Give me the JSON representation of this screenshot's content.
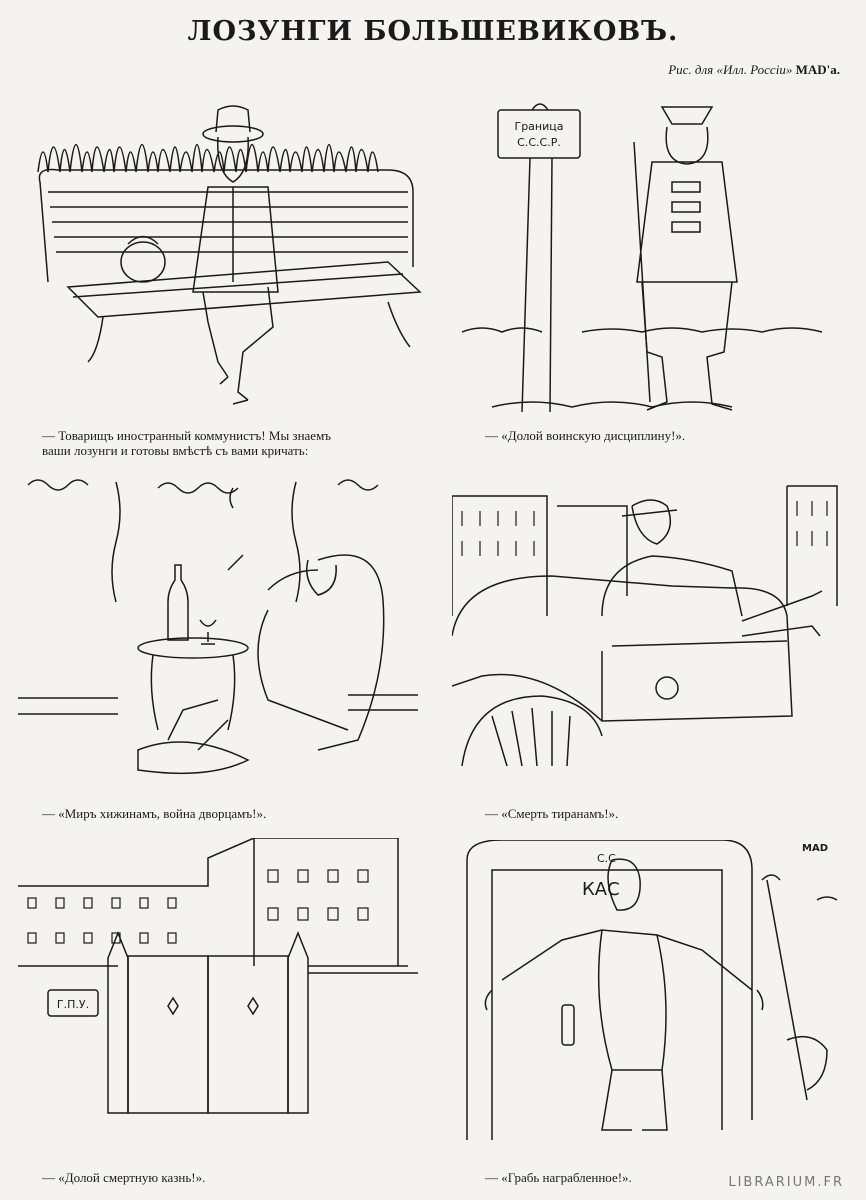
{
  "header": {
    "title": "ЛОЗУНГИ БОЛЬШЕВИКОВЪ.",
    "credit_prefix": "Рис. для «Илл. Россіи»",
    "credit_author": "MAD'a."
  },
  "panels": [
    {
      "id": "panel-1",
      "caption_line1": "— Товарищъ иностранный коммунистъ! Мы знаемъ",
      "caption_line2": "ваши лозунги и готовы вмѣстѣ съ вами кричать:"
    },
    {
      "id": "panel-2",
      "sign_line1": "Граница",
      "sign_line2": "С.С.С.Р.",
      "caption_line1": "— «Долой воинскую дисциплину!»."
    },
    {
      "id": "panel-3",
      "caption_line1": "— «Миръ хижинамъ, война дворцамъ!»."
    },
    {
      "id": "panel-4",
      "caption_line1": "— «Смерть тиранамъ!»."
    },
    {
      "id": "panel-5",
      "sign_line1": "Г.П.У.",
      "caption_line1": "— «Долой смертную казнь!»."
    },
    {
      "id": "panel-6",
      "sign_line1": "С.С",
      "sign_line2": "КАС",
      "caption_line1": "— «Грабь награбленное!»."
    }
  ],
  "signature": "MAD",
  "watermark": "LIBRARIUM.FR"
}
